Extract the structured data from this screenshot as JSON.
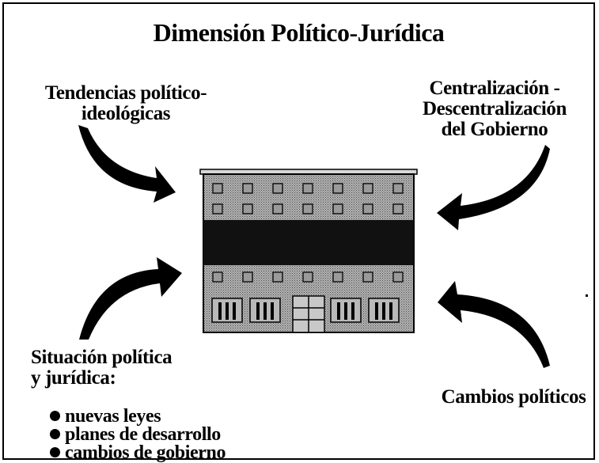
{
  "title": "Dimensión Político-Jurídica",
  "factors": {
    "top_left": [
      "Tendencias político-",
      "ideológicas"
    ],
    "top_right": [
      "Centralización -",
      "Descentralización",
      "del Gobierno"
    ],
    "bottom_left": [
      "Situación política",
      "y jurídica:"
    ],
    "bottom_right": [
      "Cambios políticos"
    ]
  },
  "bullets": [
    "nuevas leyes",
    "planes de desarrollo",
    "cambios de gobierno"
  ],
  "center_icon": "government-building-icon",
  "colors": {
    "ink": "#000000",
    "building_wall": "#9a9a9a",
    "background": "#ffffff"
  }
}
